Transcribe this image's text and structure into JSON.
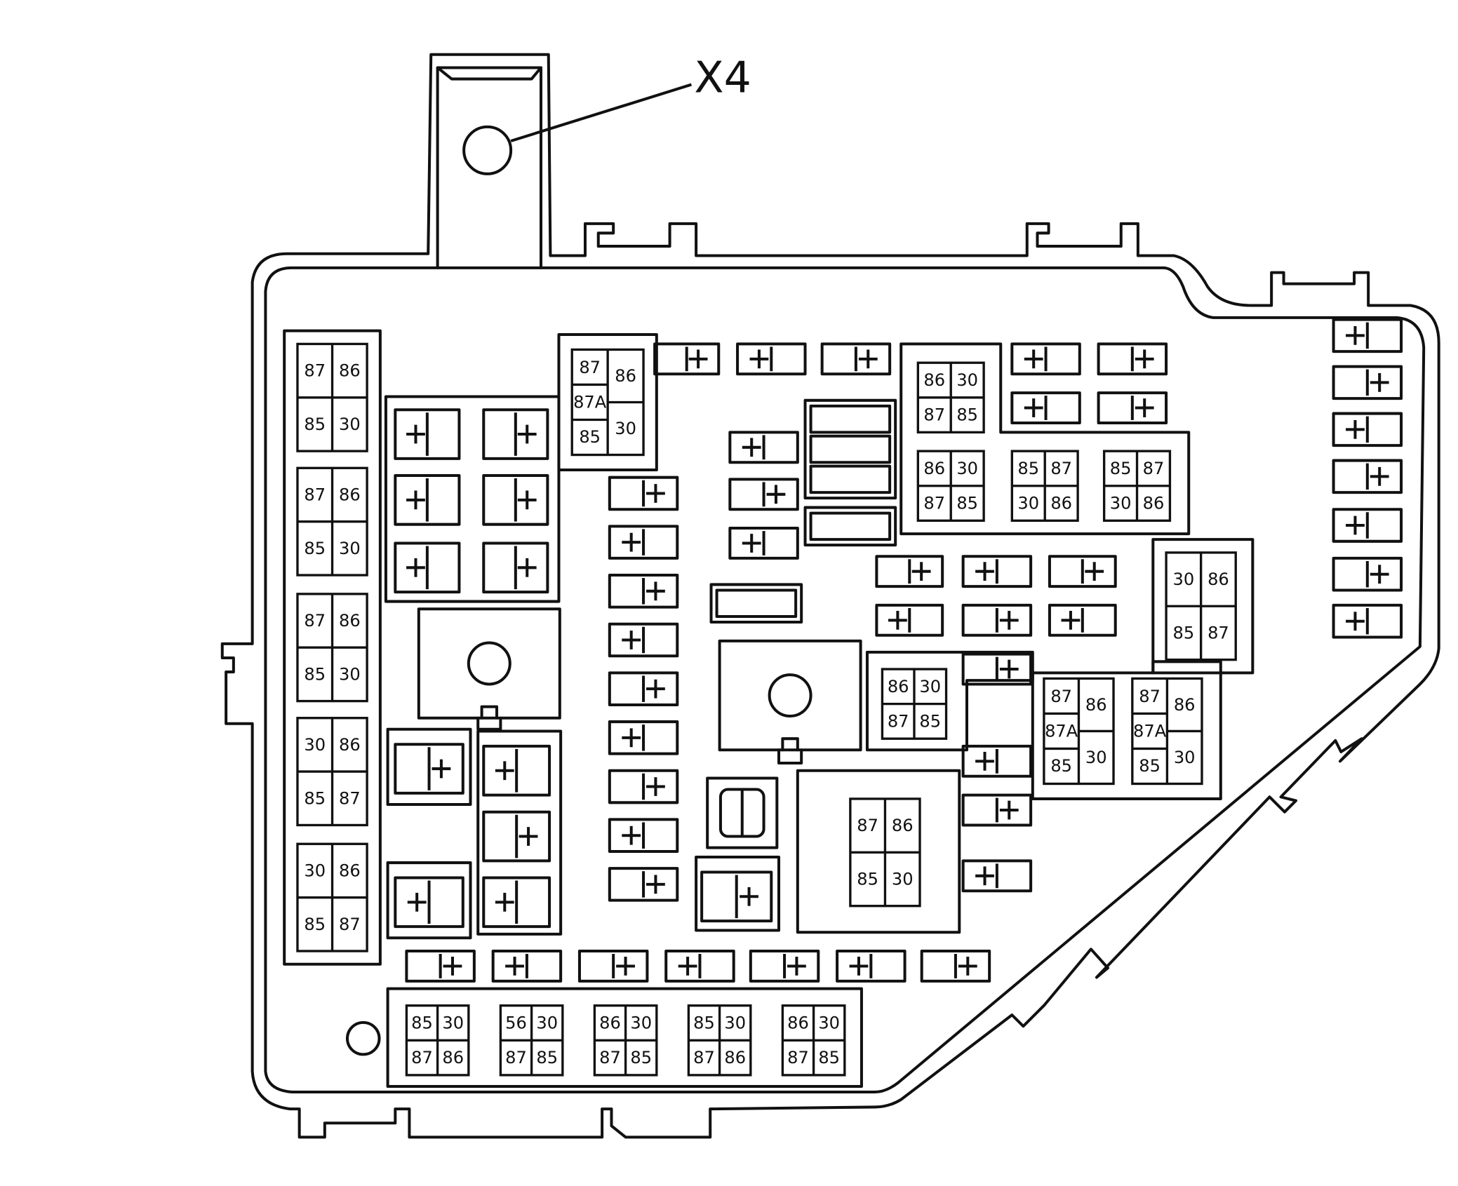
{
  "callout": {
    "label": "X4"
  },
  "colors": {
    "ink": "#111111",
    "paper": "#ffffff"
  },
  "relays": {
    "left_column": [
      [
        "87",
        "86",
        "85",
        "30"
      ],
      [
        "87",
        "86",
        "85",
        "30"
      ],
      [
        "87",
        "86",
        "85",
        "30"
      ],
      [
        "30",
        "86",
        "85",
        "87"
      ],
      [
        "30",
        "86",
        "85",
        "87"
      ]
    ],
    "top_mid": [
      "87",
      "86",
      "87A",
      "30",
      "85"
    ],
    "top_right_block": [
      [
        "86",
        "30",
        "87",
        "85"
      ],
      [
        "86",
        "30",
        "87",
        "85"
      ],
      [
        "85",
        "87",
        "30",
        "86"
      ],
      [
        "85",
        "87",
        "30",
        "86"
      ]
    ],
    "right_single": [
      "30",
      "86",
      "85",
      "87"
    ],
    "mid_small": [
      "86",
      "30",
      "87",
      "85"
    ],
    "right_5pin": [
      [
        "87",
        "86",
        "87A",
        "30",
        "85"
      ],
      [
        "87",
        "86",
        "87A",
        "30",
        "85"
      ]
    ],
    "center_big": [
      "87",
      "86",
      "85",
      "30"
    ],
    "bottom_row": [
      [
        "85",
        "30",
        "87",
        "86"
      ],
      [
        "56",
        "30",
        "87",
        "85"
      ],
      [
        "86",
        "30",
        "87",
        "85"
      ],
      [
        "85",
        "30",
        "87",
        "86"
      ],
      [
        "86",
        "30",
        "87",
        "85"
      ]
    ]
  }
}
